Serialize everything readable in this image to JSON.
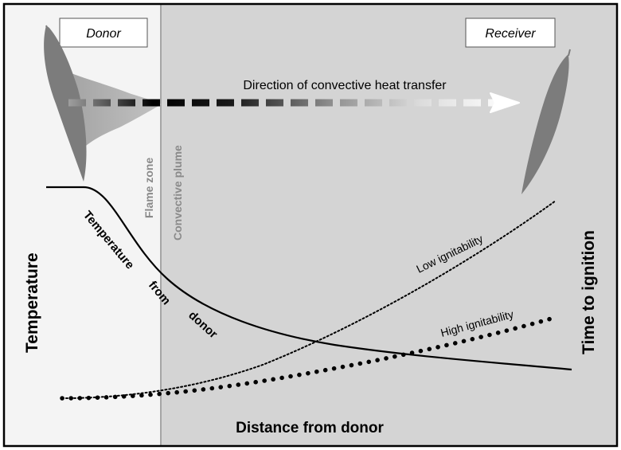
{
  "labels": {
    "donor": "Donor",
    "receiver": "Receiver",
    "direction": "Direction of convective heat transfer",
    "flame_zone": "Flame zone",
    "convective_plume": "Convective plume",
    "y_left": "Temperature",
    "y_right": "Time to ignition",
    "x_axis": "Distance from donor",
    "temp_curve_words": [
      "Temperature",
      "from",
      "donor"
    ],
    "low_ignitability": "Low ignitability",
    "high_ignitability": "High ignitability"
  },
  "colors": {
    "left_panel": "#f4f4f4",
    "right_panel": "#d4d4d4",
    "leaf": "#7c7c7c",
    "plume": "#a9a9a9",
    "arrow_light": "#ffffff",
    "curve": "#000000",
    "frame": "#000000"
  },
  "curves": {
    "temperature_from_donor": "decreasing",
    "low_ignitability": "increasing steeply",
    "high_ignitability": "increasing gradually"
  }
}
